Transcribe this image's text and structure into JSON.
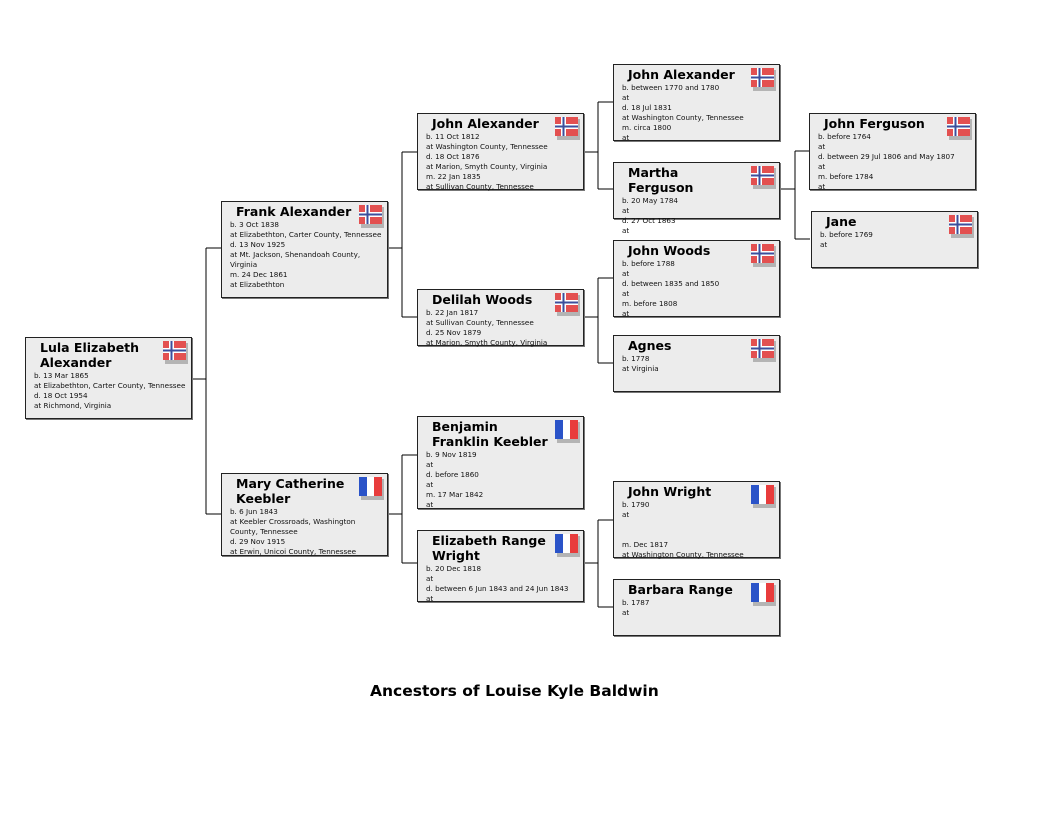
{
  "title": "Ancestors of Louise Kyle Baldwin",
  "flag_colors": {
    "norway_red": "#e35050",
    "norway_blue": "#3c4f9c",
    "france_blue": "#2a53c8",
    "france_red": "#e83c3c",
    "white": "#ffffff",
    "shadow": "#b4b4b4"
  },
  "people": [
    {
      "id": "lula",
      "name": "Lula Elizabeth Alexander",
      "flag": "norway-flag-icon",
      "lines": [
        "b. 13 Mar 1865",
        "at Elizabethton, Carter County, Tennessee",
        "d. 18 Oct 1954",
        "at Richmond, Virginia"
      ]
    },
    {
      "id": "frank",
      "name": "Frank Alexander",
      "flag": "norway-flag-icon",
      "lines": [
        "b. 3 Oct 1838",
        "at Elizabethton, Carter County, Tennessee",
        "d. 13 Nov 1925",
        "at Mt. Jackson, Shenandoah County, Virginia",
        "m. 24 Dec 1861",
        "at Elizabethton"
      ]
    },
    {
      "id": "mary",
      "name": "Mary Catherine Keebler",
      "flag": "france-flag-icon",
      "lines": [
        "b. 6 Jun 1843",
        "at Keebler Crossroads, Washington County, Tennessee",
        "d. 29 Nov 1915",
        "at Erwin, Unicoi County, Tennessee"
      ]
    },
    {
      "id": "john1",
      "name": "John Alexander",
      "flag": "norway-flag-icon",
      "lines": [
        "b. 11 Oct 1812",
        "at Washington County, Tennessee",
        "d. 18 Oct 1876",
        "at Marion, Smyth County, Virginia",
        "m. 22 Jan 1835",
        "at Sullivan County, Tennessee"
      ]
    },
    {
      "id": "delilah",
      "name": "Delilah Woods",
      "flag": "norway-flag-icon",
      "lines": [
        "b. 22 Jan 1817",
        "at Sullivan County, Tennessee",
        "d. 25 Nov 1879",
        "at Marion, Smyth County, Virginia"
      ]
    },
    {
      "id": "benjamin",
      "name": "Benjamin Franklin Keebler",
      "flag": "france-flag-icon",
      "lines": [
        "b. 9 Nov 1819",
        "at",
        "d. before 1860",
        "at",
        "m. 17 Mar 1842",
        "at"
      ]
    },
    {
      "id": "elizabeth",
      "name": "Elizabeth Range Wright",
      "flag": "france-flag-icon",
      "lines": [
        "b. 20 Dec 1818",
        "at",
        "d. between 6 Jun 1843 and 24 Jun 1843",
        "at"
      ]
    },
    {
      "id": "john2",
      "name": "John Alexander",
      "flag": "norway-flag-icon",
      "lines": [
        "b. between 1770 and 1780",
        "at",
        "d. 18 Jul 1831",
        "at Washington County, Tennessee",
        "m. circa 1800",
        "at"
      ]
    },
    {
      "id": "martha",
      "name": "Martha Ferguson",
      "flag": "norway-flag-icon",
      "lines": [
        "b. 20 May 1784",
        "at",
        "d. 27 Oct 1863",
        "at"
      ]
    },
    {
      "id": "jwoods",
      "name": "John Woods",
      "flag": "norway-flag-icon",
      "lines": [
        "b. before 1788",
        "at",
        "d. between 1835 and 1850",
        "at",
        "m. before 1808",
        "at"
      ]
    },
    {
      "id": "agnes",
      "name": "Agnes",
      "flag": "norway-flag-icon",
      "lines": [
        "b. 1778",
        "at Virginia"
      ]
    },
    {
      "id": "jwright",
      "name": "John Wright",
      "flag": "france-flag-icon",
      "lines": [
        "b. 1790",
        "at",
        "",
        "",
        "m. Dec 1817",
        "at Washington County, Tennessee"
      ]
    },
    {
      "id": "barbara",
      "name": "Barbara Range",
      "flag": "france-flag-icon",
      "lines": [
        "b. 1787",
        "at"
      ]
    },
    {
      "id": "jferguson",
      "name": "John Ferguson",
      "flag": "norway-flag-icon",
      "lines": [
        "b. before 1764",
        "at",
        "d. between 29 Jul 1806 and May 1807",
        "at",
        "m. before 1784",
        "at"
      ]
    },
    {
      "id": "jane",
      "name": "Jane",
      "flag": "norway-flag-icon",
      "lines": [
        "b. before 1769",
        "at"
      ]
    }
  ]
}
